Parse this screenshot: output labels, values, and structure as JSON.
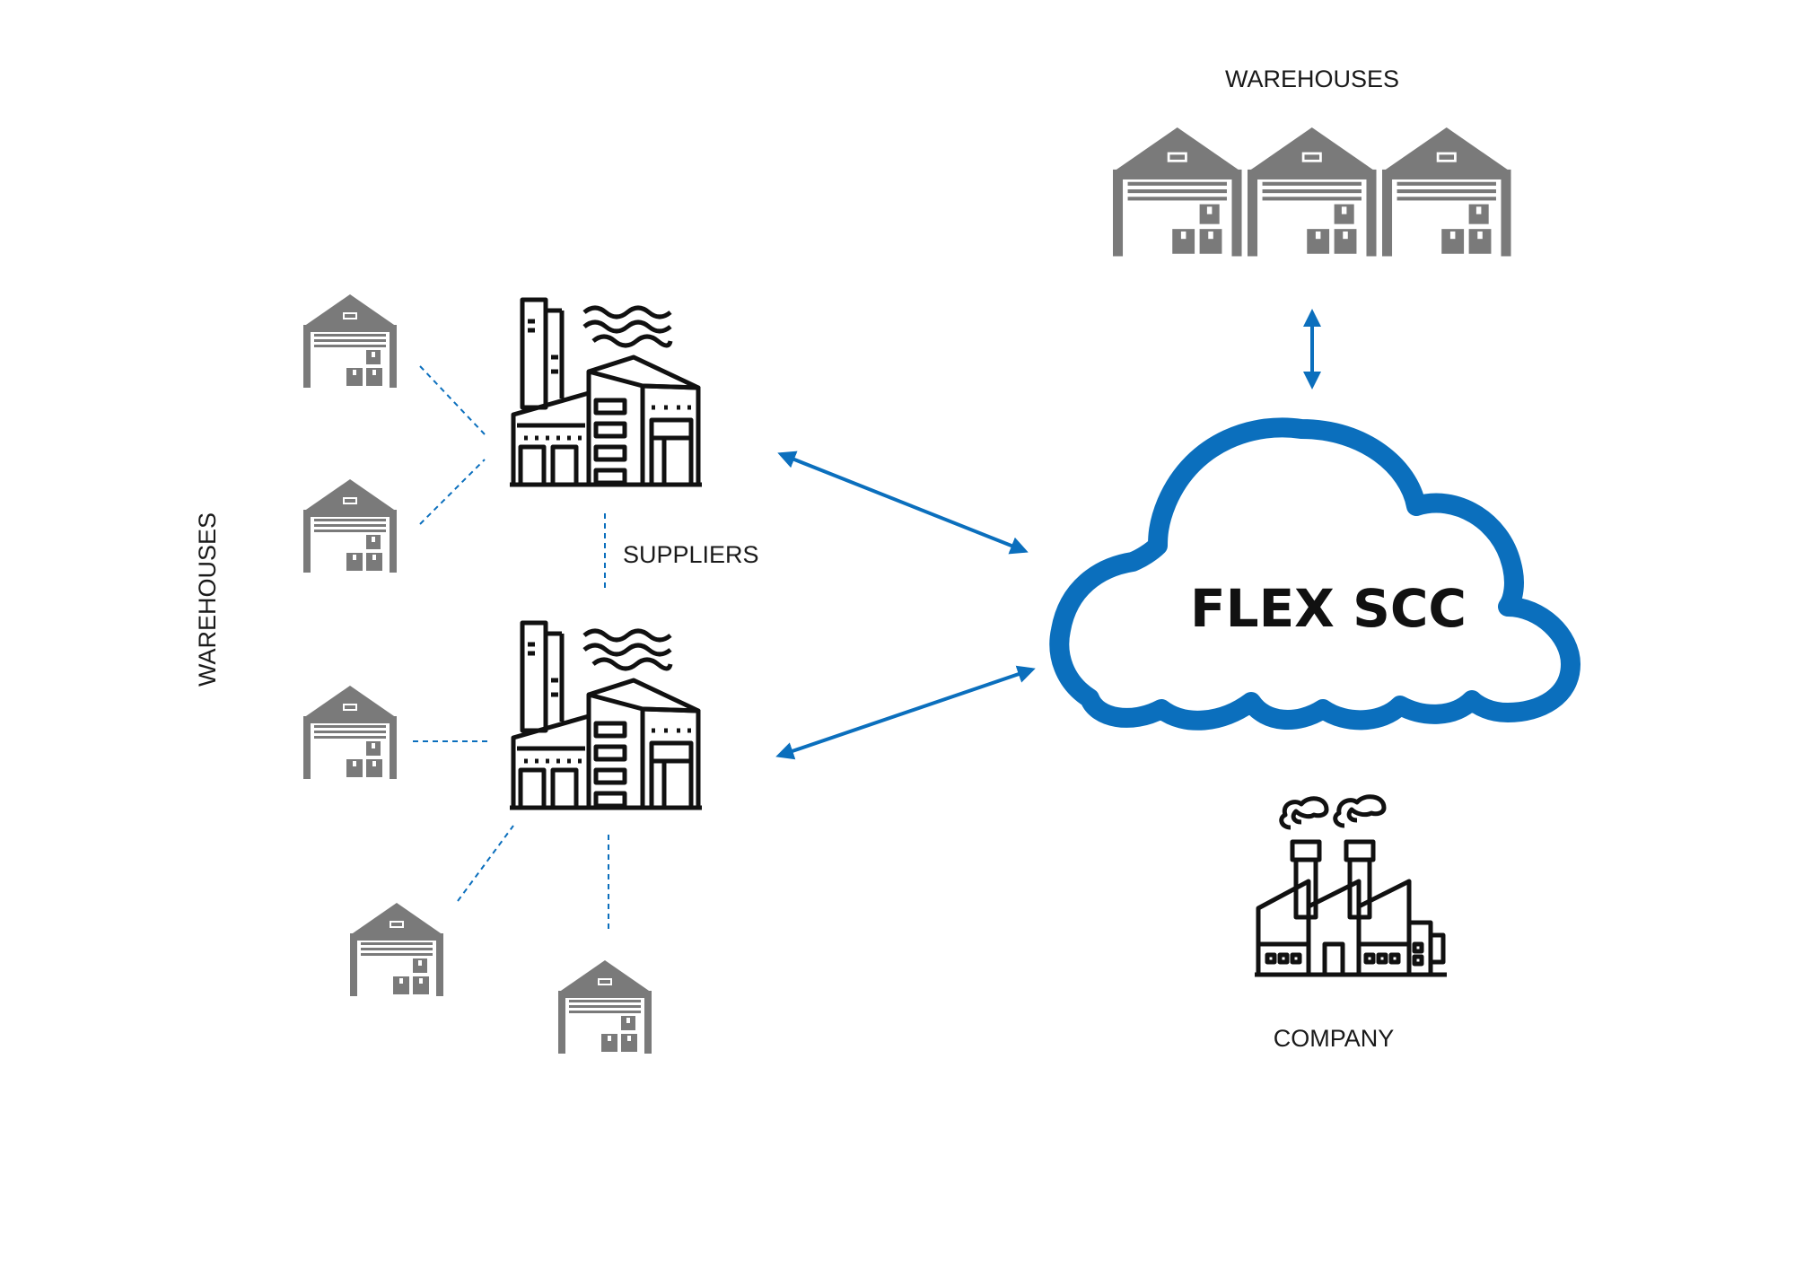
{
  "labels": {
    "warehouses_top": "WAREHOUSES",
    "warehouses_left": "WAREHOUSES",
    "suppliers": "SUPPLIERS",
    "company": "COMPANY",
    "hub": "FLEX SCC"
  },
  "icons": {
    "warehouse": "warehouse-icon",
    "supplier": "supplier-factory-icon",
    "company": "company-factory-icon",
    "hub": "cloud-icon"
  },
  "colors": {
    "accent": "#0b6fbd",
    "warehouse": "#7a7a7a",
    "factory_stroke": "#111111",
    "text": "#1a1a1a"
  }
}
